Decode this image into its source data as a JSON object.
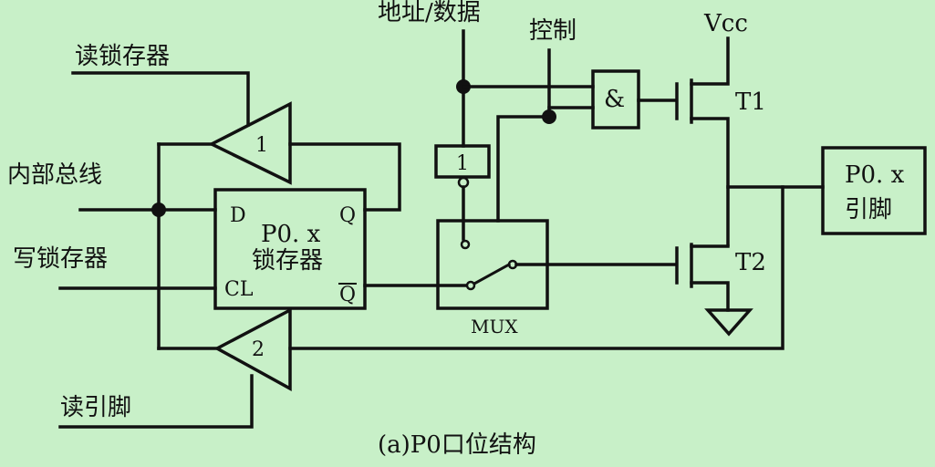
{
  "diagram": {
    "caption": "(a)P0口位结构",
    "labels": {
      "read_latch": "读锁存器",
      "internal_bus": "内部总线",
      "write_latch": "写锁存器",
      "read_pin": "读引脚",
      "addr_data": "地址/数据",
      "control": "控制",
      "vcc": "Vcc",
      "t1": "T1",
      "t2": "T2",
      "mux": "MUX"
    },
    "latch": {
      "name_line1": "P0. x",
      "name_line2": "锁存器",
      "pin_d": "D",
      "pin_q": "Q",
      "pin_cl": "CL",
      "pin_qbar": "Q"
    },
    "buffer1": "1",
    "buffer2": "2",
    "inverter": "1",
    "and_gate": "&",
    "pin_box": {
      "line1": "P0. x",
      "line2": "引脚"
    }
  }
}
